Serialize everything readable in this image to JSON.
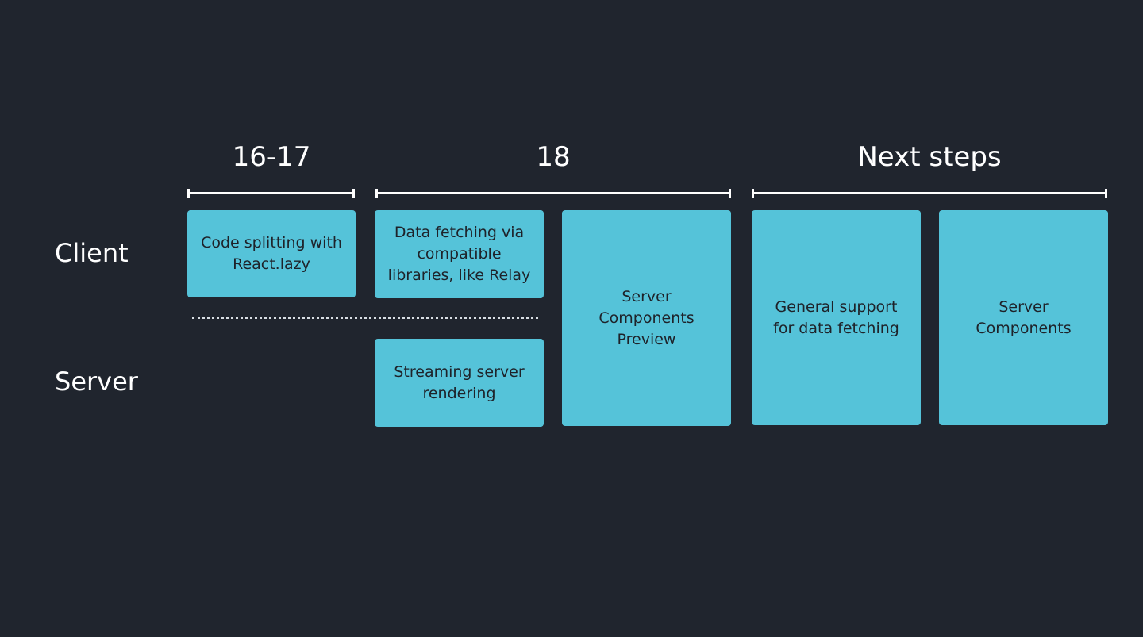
{
  "colors": {
    "background": "#20252e",
    "card": "#55c3d9",
    "card_text": "#1e2229",
    "text": "#ffffff"
  },
  "versions": {
    "v16_17": "16-17",
    "v18": "18",
    "next": "Next steps"
  },
  "rows": {
    "client": "Client",
    "server": "Server"
  },
  "cards": {
    "code_splitting": "Code splitting with\nReact.lazy",
    "data_fetching": "Data fetching via\ncompatible\nlibraries, like Relay",
    "streaming": "Streaming server\nrendering",
    "rsc_preview": "Server\nComponents\nPreview",
    "general_support": "General support\nfor data fetching",
    "rsc": "Server\nComponents"
  }
}
